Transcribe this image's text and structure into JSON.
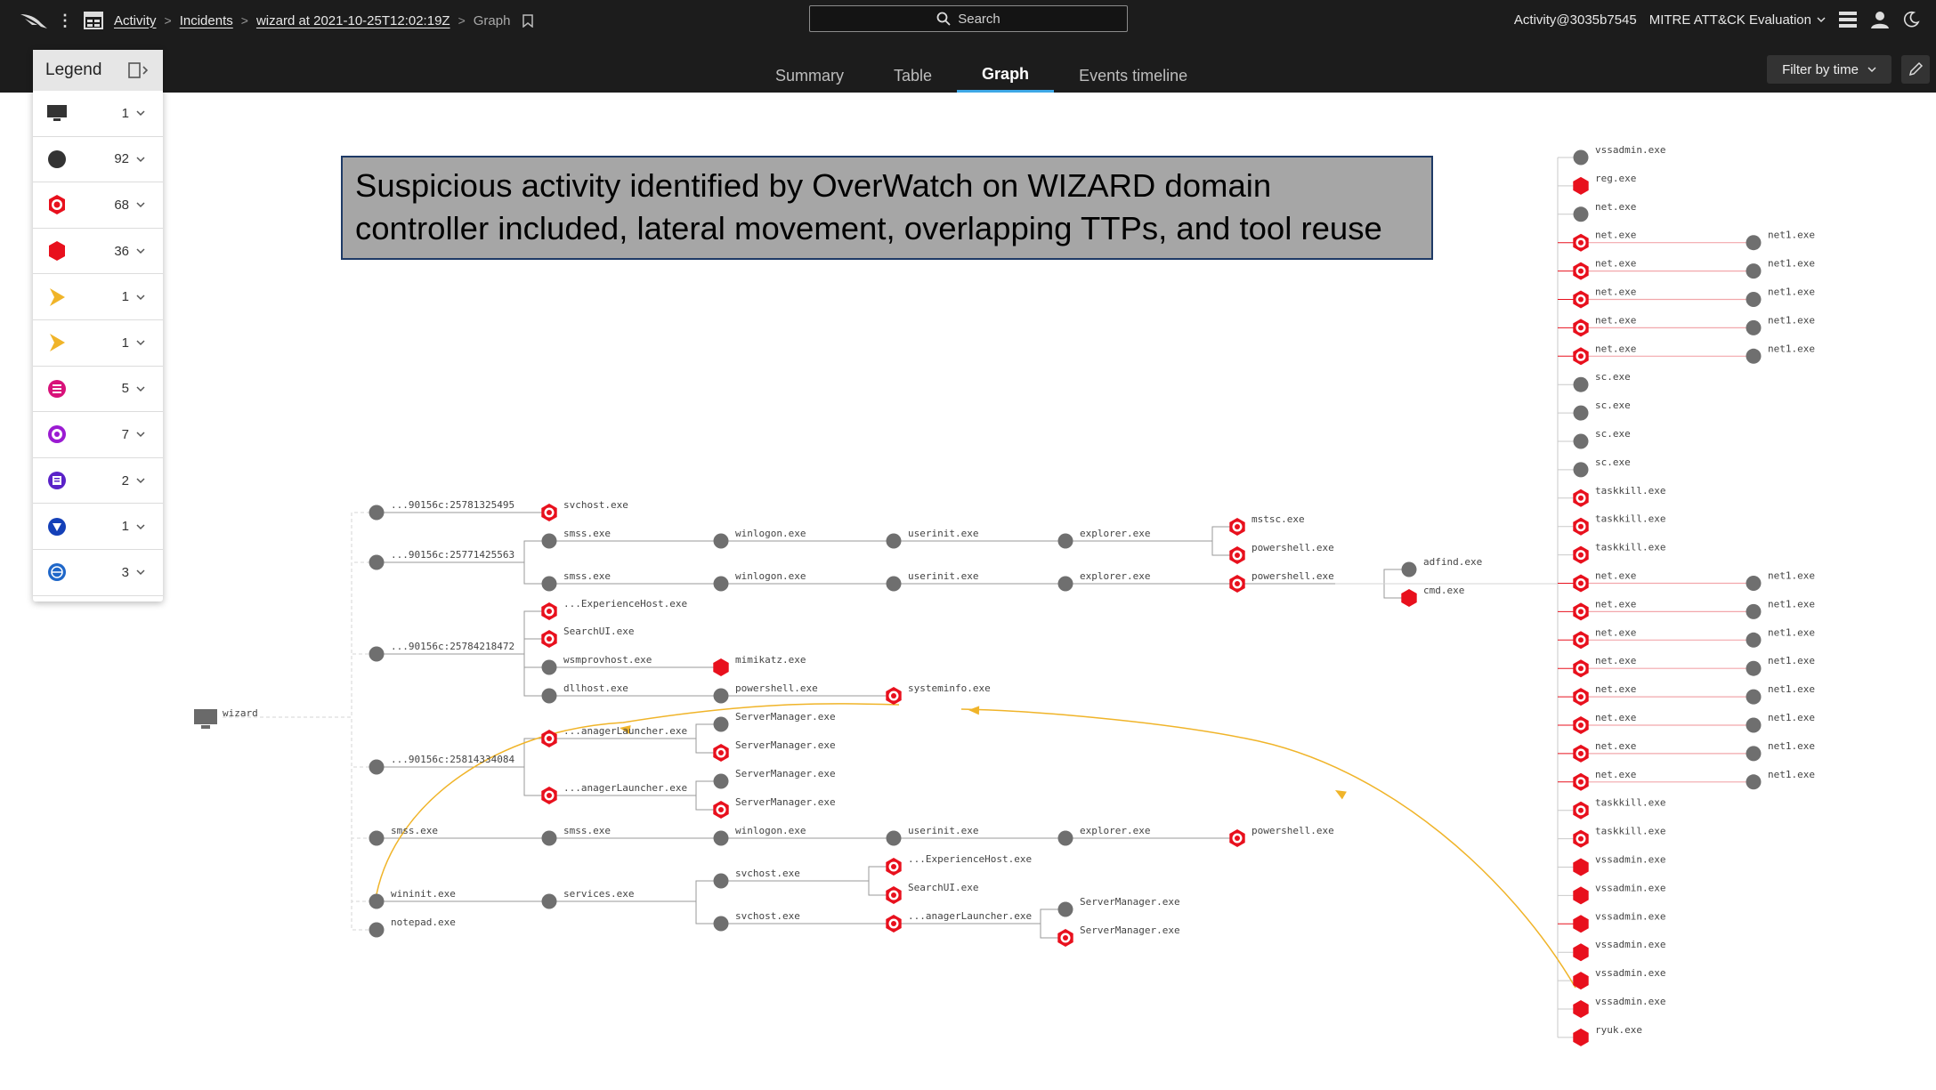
{
  "breadcrumb": {
    "activity": "Activity",
    "incidents": "Incidents",
    "incident": "wizard at 2021-10-25T12:02:19Z",
    "current": "Graph"
  },
  "search": {
    "placeholder": "Search"
  },
  "header": {
    "user": "Activity@3035b7545",
    "customer": "MITRE ATT&CK Evaluation"
  },
  "tabs": [
    {
      "label": "Summary"
    },
    {
      "label": "Table"
    },
    {
      "label": "Graph"
    },
    {
      "label": "Events timeline"
    }
  ],
  "active_tab": "Graph",
  "filter": {
    "label": "Filter by time"
  },
  "legend": {
    "title": "Legend",
    "items": [
      {
        "icon": "monitor-icon",
        "count": "1"
      },
      {
        "icon": "gray-circle-icon",
        "count": "92"
      },
      {
        "icon": "red-target-icon",
        "count": "68"
      },
      {
        "icon": "red-hexagon-icon",
        "count": "36"
      },
      {
        "icon": "orange-arrow-icon",
        "count": "1"
      },
      {
        "icon": "orange-arrow-icon",
        "count": "1"
      },
      {
        "icon": "pink-document-icon",
        "count": "5"
      },
      {
        "icon": "purple-target-icon",
        "count": "7"
      },
      {
        "icon": "purple-list-icon",
        "count": "2"
      },
      {
        "icon": "blue-shield-icon",
        "count": "1"
      },
      {
        "icon": "blue-globe-icon",
        "count": "3"
      }
    ]
  },
  "callout": {
    "line1": "Suspicious activity identified by OverWatch on WIZARD domain",
    "line2": "controller included, lateral movement, overlapping TTPs, and tool reuse"
  },
  "colors": {
    "topbar": "#1c1c1c",
    "accent": "#3ea8e6",
    "red": "#e8101d",
    "gray": "#6f6f6f",
    "orange": "#f0b429"
  },
  "graph": {
    "host": "wizard",
    "nodes": [
      {
        "id": "s1",
        "label": "...90156c:25781325495",
        "type": "gray"
      },
      {
        "id": "s2",
        "label": "...90156c:25771425563",
        "type": "gray"
      },
      {
        "id": "s3",
        "label": "...90156c:25784218472",
        "type": "gray"
      },
      {
        "id": "s4",
        "label": "...90156c:25814334084",
        "type": "gray"
      },
      {
        "id": "s5",
        "label": "smss.exe",
        "type": "gray"
      },
      {
        "id": "s6",
        "label": "wininit.exe",
        "type": "gray"
      },
      {
        "id": "s7",
        "label": "notepad.exe",
        "type": "gray"
      },
      {
        "id": "a1",
        "label": "svchost.exe",
        "type": "target"
      },
      {
        "id": "a2",
        "label": "smss.exe",
        "type": "gray"
      },
      {
        "id": "a3",
        "label": "smss.exe",
        "type": "gray"
      },
      {
        "id": "a4",
        "label": "...ExperienceHost.exe",
        "type": "target"
      },
      {
        "id": "a5",
        "label": "SearchUI.exe",
        "type": "target"
      },
      {
        "id": "a6",
        "label": "wsmprovhost.exe",
        "type": "gray"
      },
      {
        "id": "a7",
        "label": "dllhost.exe",
        "type": "gray"
      },
      {
        "id": "a8",
        "label": "...anagerLauncher.exe",
        "type": "target"
      },
      {
        "id": "a9",
        "label": "...anagerLauncher.exe",
        "type": "target"
      },
      {
        "id": "a10",
        "label": "smss.exe",
        "type": "gray"
      },
      {
        "id": "a11",
        "label": "services.exe",
        "type": "gray"
      },
      {
        "id": "b1",
        "label": "winlogon.exe",
        "type": "gray"
      },
      {
        "id": "b2",
        "label": "winlogon.exe",
        "type": "gray"
      },
      {
        "id": "b3",
        "label": "mimikatz.exe",
        "type": "hex"
      },
      {
        "id": "b4",
        "label": "powershell.exe",
        "type": "gray"
      },
      {
        "id": "b5",
        "label": "ServerManager.exe",
        "type": "gray"
      },
      {
        "id": "b6",
        "label": "ServerManager.exe",
        "type": "target"
      },
      {
        "id": "b7",
        "label": "ServerManager.exe",
        "type": "gray"
      },
      {
        "id": "b8",
        "label": "ServerManager.exe",
        "type": "target"
      },
      {
        "id": "b9",
        "label": "winlogon.exe",
        "type": "gray"
      },
      {
        "id": "b10",
        "label": "svchost.exe",
        "type": "gray"
      },
      {
        "id": "b11",
        "label": "svchost.exe",
        "type": "gray"
      },
      {
        "id": "c1",
        "label": "userinit.exe",
        "type": "gray"
      },
      {
        "id": "c2",
        "label": "userinit.exe",
        "type": "gray"
      },
      {
        "id": "c3",
        "label": "systeminfo.exe",
        "type": "target"
      },
      {
        "id": "c4",
        "label": "userinit.exe",
        "type": "gray"
      },
      {
        "id": "c5",
        "label": "...ExperienceHost.exe",
        "type": "target"
      },
      {
        "id": "c6",
        "label": "SearchUI.exe",
        "type": "target"
      },
      {
        "id": "c7",
        "label": "...anagerLauncher.exe",
        "type": "target"
      },
      {
        "id": "d1",
        "label": "explorer.exe",
        "type": "gray"
      },
      {
        "id": "d2",
        "label": "explorer.exe",
        "type": "gray"
      },
      {
        "id": "d3",
        "label": "explorer.exe",
        "type": "gray"
      },
      {
        "id": "d4",
        "label": "ServerManager.exe",
        "type": "gray"
      },
      {
        "id": "d5",
        "label": "ServerManager.exe",
        "type": "target"
      },
      {
        "id": "e1",
        "label": "mstsc.exe",
        "type": "target"
      },
      {
        "id": "e2",
        "label": "powershell.exe",
        "type": "target"
      },
      {
        "id": "e3",
        "label": "powershell.exe",
        "type": "target"
      },
      {
        "id": "e4",
        "label": "powershell.exe",
        "type": "target"
      },
      {
        "id": "f1",
        "label": "adfind.exe",
        "type": "gray"
      },
      {
        "id": "f2",
        "label": "cmd.exe",
        "type": "hex"
      },
      {
        "id": "r1",
        "label": "vssadmin.exe",
        "type": "gray"
      },
      {
        "id": "r2",
        "label": "reg.exe",
        "type": "hex"
      },
      {
        "id": "r3",
        "label": "net.exe",
        "type": "gray"
      },
      {
        "id": "r4",
        "label": "net.exe",
        "type": "target"
      },
      {
        "id": "r5",
        "label": "net.exe",
        "type": "target"
      },
      {
        "id": "r6",
        "label": "net.exe",
        "type": "target"
      },
      {
        "id": "r7",
        "label": "net.exe",
        "type": "target"
      },
      {
        "id": "r8",
        "label": "net.exe",
        "type": "target"
      },
      {
        "id": "r9",
        "label": "sc.exe",
        "type": "gray"
      },
      {
        "id": "r10",
        "label": "sc.exe",
        "type": "gray"
      },
      {
        "id": "r11",
        "label": "sc.exe",
        "type": "gray"
      },
      {
        "id": "r12",
        "label": "sc.exe",
        "type": "gray"
      },
      {
        "id": "r13",
        "label": "taskkill.exe",
        "type": "target"
      },
      {
        "id": "r14",
        "label": "taskkill.exe",
        "type": "target"
      },
      {
        "id": "r15",
        "label": "taskkill.exe",
        "type": "target"
      },
      {
        "id": "r16",
        "label": "net.exe",
        "type": "target"
      },
      {
        "id": "r17",
        "label": "net.exe",
        "type": "target"
      },
      {
        "id": "r18",
        "label": "net.exe",
        "type": "target"
      },
      {
        "id": "r19",
        "label": "net.exe",
        "type": "target"
      },
      {
        "id": "r20",
        "label": "net.exe",
        "type": "target"
      },
      {
        "id": "r21",
        "label": "net.exe",
        "type": "target"
      },
      {
        "id": "r22",
        "label": "net.exe",
        "type": "target"
      },
      {
        "id": "r23",
        "label": "net.exe",
        "type": "target"
      },
      {
        "id": "r24",
        "label": "taskkill.exe",
        "type": "target"
      },
      {
        "id": "r25",
        "label": "taskkill.exe",
        "type": "target"
      },
      {
        "id": "r26",
        "label": "vssadmin.exe",
        "type": "hex"
      },
      {
        "id": "r27",
        "label": "vssadmin.exe",
        "type": "hex"
      },
      {
        "id": "r28",
        "label": "vssadmin.exe",
        "type": "hex"
      },
      {
        "id": "r29",
        "label": "vssadmin.exe",
        "type": "hex"
      },
      {
        "id": "r30",
        "label": "vssadmin.exe",
        "type": "hex"
      },
      {
        "id": "r31",
        "label": "vssadmin.exe",
        "type": "hex"
      },
      {
        "id": "r32",
        "label": "ryuk.exe",
        "type": "hex"
      },
      {
        "id": "n1",
        "label": "net1.exe",
        "type": "gray"
      },
      {
        "id": "n2",
        "label": "net1.exe",
        "type": "gray"
      },
      {
        "id": "n3",
        "label": "net1.exe",
        "type": "gray"
      },
      {
        "id": "n4",
        "label": "net1.exe",
        "type": "gray"
      },
      {
        "id": "n5",
        "label": "net1.exe",
        "type": "gray"
      },
      {
        "id": "n6",
        "label": "net1.exe",
        "type": "gray"
      },
      {
        "id": "n7",
        "label": "net1.exe",
        "type": "gray"
      },
      {
        "id": "n8",
        "label": "net1.exe",
        "type": "gray"
      },
      {
        "id": "n9",
        "label": "net1.exe",
        "type": "gray"
      },
      {
        "id": "n10",
        "label": "net1.exe",
        "type": "gray"
      },
      {
        "id": "n11",
        "label": "net1.exe",
        "type": "gray"
      },
      {
        "id": "n12",
        "label": "net1.exe",
        "type": "gray"
      },
      {
        "id": "n13",
        "label": "net1.exe",
        "type": "gray"
      }
    ]
  }
}
